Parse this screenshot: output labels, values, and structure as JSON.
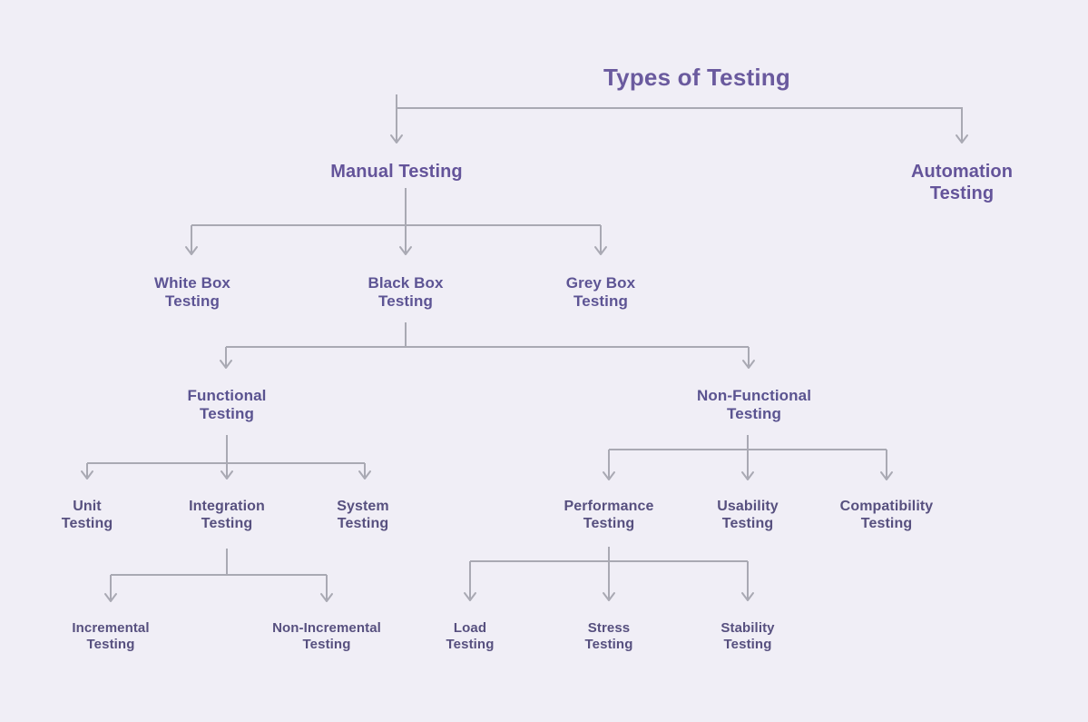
{
  "diagram": {
    "title": "Types of Testing",
    "background_color": "#f0eef6",
    "edge_color": "#a9a9b3",
    "accent_color": "#6a5a9e",
    "nodes": {
      "root": "Types of Testing",
      "manual": "Manual Testing",
      "automation": "Automation\nTesting",
      "white_box": "White Box\nTesting",
      "black_box": "Black Box\nTesting",
      "grey_box": "Grey Box\nTesting",
      "functional": "Functional\nTesting",
      "non_functional": "Non-Functional\nTesting",
      "unit": "Unit\nTesting",
      "integration": "Integration\nTesting",
      "system": "System\nTesting",
      "performance": "Performance\nTesting",
      "usability": "Usability\nTesting",
      "compatibility": "Compatibility\nTesting",
      "incremental": "Incremental\nTesting",
      "non_incremental": "Non-Incremental\nTesting",
      "load": "Load\nTesting",
      "stress": "Stress\nTesting",
      "stability": "Stability\nTesting"
    },
    "hierarchy": [
      {
        "parent": "Types of Testing",
        "children": [
          "Manual Testing",
          "Automation Testing"
        ]
      },
      {
        "parent": "Manual Testing",
        "children": [
          "White Box Testing",
          "Black Box Testing",
          "Grey Box Testing"
        ]
      },
      {
        "parent": "Black Box Testing",
        "children": [
          "Functional Testing",
          "Non-Functional Testing"
        ]
      },
      {
        "parent": "Functional Testing",
        "children": [
          "Unit Testing",
          "Integration Testing",
          "System Testing"
        ]
      },
      {
        "parent": "Non-Functional Testing",
        "children": [
          "Performance Testing",
          "Usability Testing",
          "Compatibility Testing"
        ]
      },
      {
        "parent": "Integration Testing",
        "children": [
          "Incremental Testing",
          "Non-Incremental Testing"
        ]
      },
      {
        "parent": "Performance Testing",
        "children": [
          "Load Testing",
          "Stress Testing",
          "Stability Testing"
        ]
      }
    ]
  }
}
